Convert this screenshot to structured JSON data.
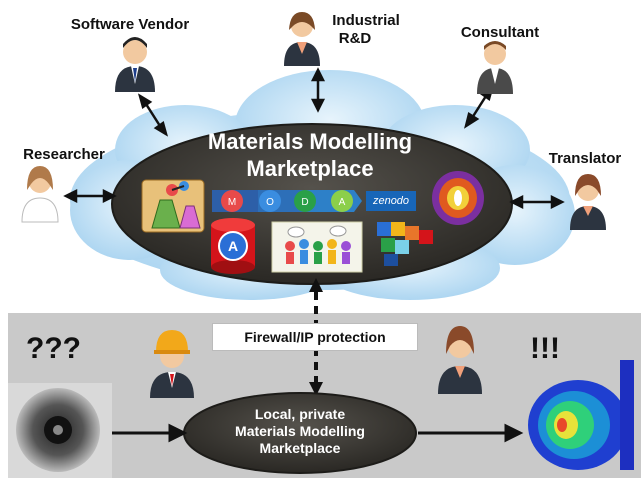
{
  "roles": {
    "software_vendor": "Software Vendor",
    "industrial_rd": [
      "Industrial",
      "R&D"
    ],
    "consultant": "Consultant",
    "researcher": "Researcher",
    "translator": "Translator"
  },
  "marketplace": {
    "title": [
      "Materials Modelling",
      "Marketplace"
    ]
  },
  "moda": [
    "M",
    "O",
    "D",
    "A"
  ],
  "zenodo": "zenodo",
  "firewall_label": "Firewall/IP protection",
  "question_marks": "???",
  "exclamations": "!!!",
  "local_marketplace": {
    "title": [
      "Local, private",
      "Materials Modelling",
      "Marketplace"
    ]
  },
  "colors": {
    "cloud": "#bfe0f6",
    "ellipse": "#3e3b36",
    "gray_band": "#c9c9c9",
    "moda": [
      "#e84a4a",
      "#3a8de0",
      "#2aa048",
      "#8ccf4a"
    ]
  }
}
